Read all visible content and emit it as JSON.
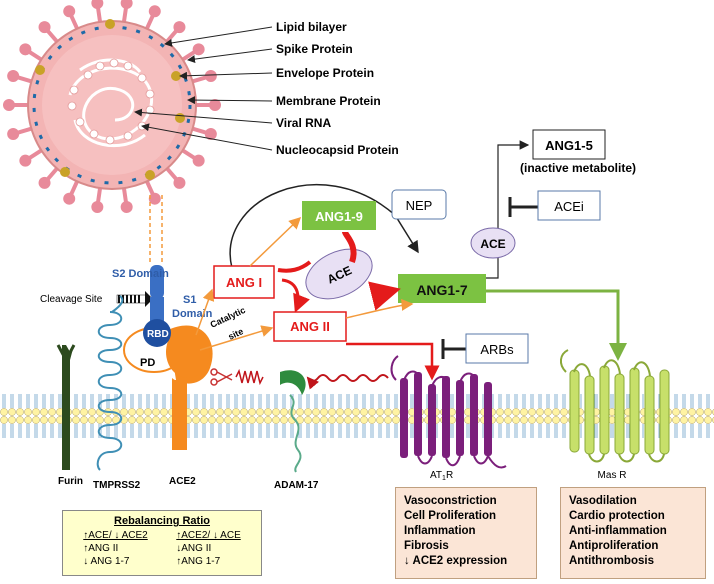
{
  "virus_labels": {
    "lipid_bilayer": "Lipid bilayer",
    "spike_protein": "Spike Protein",
    "envelope_protein": "Envelope Protein",
    "membrane_protein": "Membrane Protein",
    "viral_rna": "Viral RNA",
    "nucleocapsid_protein": "Nucleocapsid Protein"
  },
  "receptor_labels": {
    "s2_domain": "S2 Domain",
    "s1_domain_line1": "S1",
    "s1_domain_line2": "Domain",
    "cleavage_site": "Cleavage Site",
    "rbd": "RBD",
    "pd": "PD",
    "catalytic_line1": "Catalytic",
    "catalytic_line2": "site"
  },
  "peptides": {
    "ang1_9": "ANG1-9",
    "nep": "NEP",
    "ang_i": "ANG I",
    "ace_center": "ACE",
    "ang1_7": "ANG1-7",
    "ang_ii": "ANG II",
    "ang1_5": "ANG1-5",
    "inactive_metabolite": "(inactive metabolite)",
    "acei": "ACEi",
    "ace_right": "ACE",
    "arbs": "ARBs"
  },
  "membrane_labels": {
    "furin": "Furin",
    "tmprss2": "TMPRSS2",
    "ace2": "ACE2",
    "adam17": "ADAM-17",
    "at1r_prefix": "AT",
    "at1r_sub": "1",
    "at1r_suffix": "R",
    "masr": "Mas R"
  },
  "at1r_effects": [
    "Vasoconstriction",
    "Cell Proliferation",
    "Inflammation",
    "Fibrosis",
    "↓ ACE2 expression"
  ],
  "masr_effects": [
    "Vasodilation",
    "Cardio protection",
    "Anti-inflammation",
    "Antiproliferation",
    "Antithrombosis"
  ],
  "rebalancing": {
    "title": "Rebalancing Ratio",
    "left": [
      "↑ACE/ ↓ ACE2",
      "↑ANG II",
      "↓ ANG 1-7"
    ],
    "right": [
      "↑ACE2/ ↓ ACE",
      "↓ANG II",
      "↑ANG 1-7"
    ]
  },
  "colors": {
    "virus_fill": "#f3b4b4",
    "spike": "#e88a9a",
    "green_box": "#7cc242",
    "red": "#e41b1b",
    "orange": "#f39a3c",
    "ace_ellipse": "#e8e0f4",
    "at1r": "#7b1f7b",
    "masr": "#c7e06a",
    "membrane_head": "#fff2a8",
    "ace2_orange": "#f58a1f",
    "rbd_blue": "#3a6fc4"
  }
}
